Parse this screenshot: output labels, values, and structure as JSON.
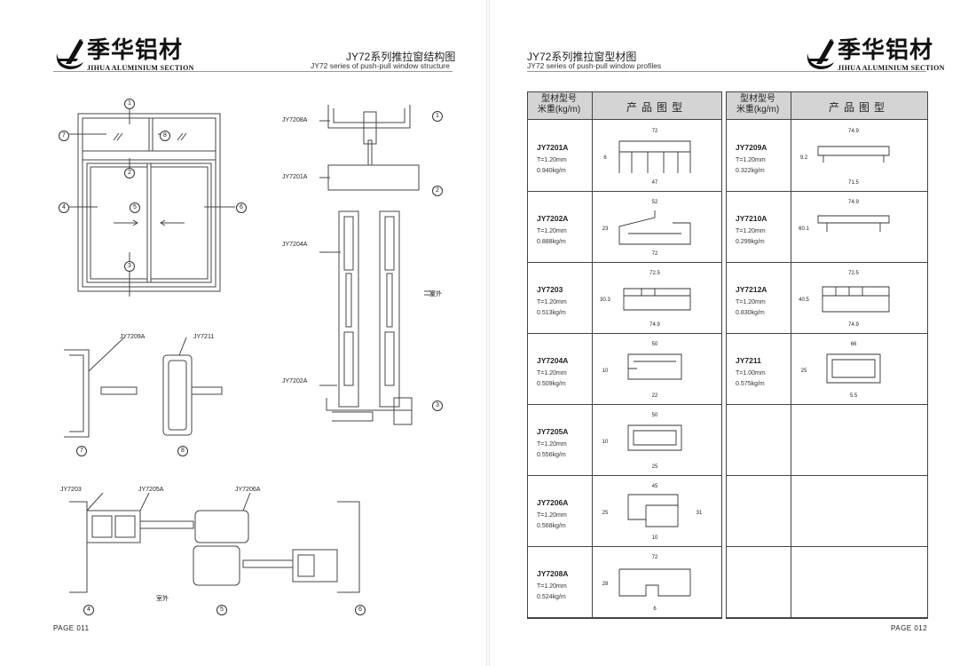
{
  "brand": {
    "name_cn": "季华铝材",
    "name_en": "JIHUA ALUMINIUM SECTION"
  },
  "left_page": {
    "title_cn": "JY72系列推拉窗结构图",
    "title_en": "JY72 series of push-pull window structure",
    "page_no": "PAGE 011",
    "window_callouts": [
      "1",
      "2",
      "3",
      "4",
      "5",
      "6",
      "7",
      "8"
    ],
    "vertical_section_labels": [
      "JY7208A",
      "JY7201A",
      "JY7204A",
      "JY7202A"
    ],
    "vertical_section_callouts": [
      "1",
      "2",
      "3"
    ],
    "outdoor_label": "室外",
    "detail_labels": [
      "JY7209A",
      "JY7211"
    ],
    "detail_callouts": [
      "7",
      "8"
    ],
    "bottom_labels": [
      "JY7203",
      "JY7205A",
      "JY7206A"
    ],
    "bottom_callouts": [
      "4",
      "5",
      "6"
    ],
    "bottom_outdoor_label": "室外"
  },
  "right_page": {
    "title_cn": "JY72系列推拉窗型材图",
    "title_en": "JY72 series of push-pull window profiles",
    "page_no": "PAGE 012",
    "header_col1": "型材型号",
    "header_col1_sub": "米重(kg/m)",
    "header_col2": "产品图型",
    "left_table": [
      {
        "code": "JY7201A",
        "t": "T=1.20mm",
        "w": "0.940kg/m",
        "dims": [
          "72",
          "6",
          "47"
        ]
      },
      {
        "code": "JY7202A",
        "t": "T=1.20mm",
        "w": "0.888kg/m",
        "dims": [
          "52",
          "23",
          "72"
        ]
      },
      {
        "code": "JY7203",
        "t": "T=1.20mm",
        "w": "0.513kg/m",
        "dims": [
          "72.5",
          "30.3",
          "74.9"
        ]
      },
      {
        "code": "JY7204A",
        "t": "T=1.20mm",
        "w": "0.509kg/m",
        "dims": [
          "50",
          "10",
          "22"
        ]
      },
      {
        "code": "JY7205A",
        "t": "T=1.20mm",
        "w": "0.556kg/m",
        "dims": [
          "50",
          "10",
          "25"
        ]
      },
      {
        "code": "JY7206A",
        "t": "T=1.20mm",
        "w": "0.568kg/m",
        "dims": [
          "45",
          "25",
          "10",
          "31"
        ]
      },
      {
        "code": "JY7208A",
        "t": "T=1.20mm",
        "w": "0.524kg/m",
        "dims": [
          "72",
          "28",
          "6"
        ]
      }
    ],
    "right_table": [
      {
        "code": "JY7209A",
        "t": "T=1.20mm",
        "w": "0.322kg/m",
        "dims": [
          "74.9",
          "9.2",
          "71.5"
        ]
      },
      {
        "code": "JY7210A",
        "t": "T=1.20mm",
        "w": "0.299kg/m",
        "dims": [
          "74.9",
          "60.1"
        ]
      },
      {
        "code": "JY7212A",
        "t": "T=1.20mm",
        "w": "0.830kg/m",
        "dims": [
          "72.5",
          "40.5",
          "74.9"
        ]
      },
      {
        "code": "JY7211",
        "t": "T=1.00mm",
        "w": "0.575kg/m",
        "dims": [
          "66",
          "25",
          "5.5"
        ]
      }
    ]
  }
}
